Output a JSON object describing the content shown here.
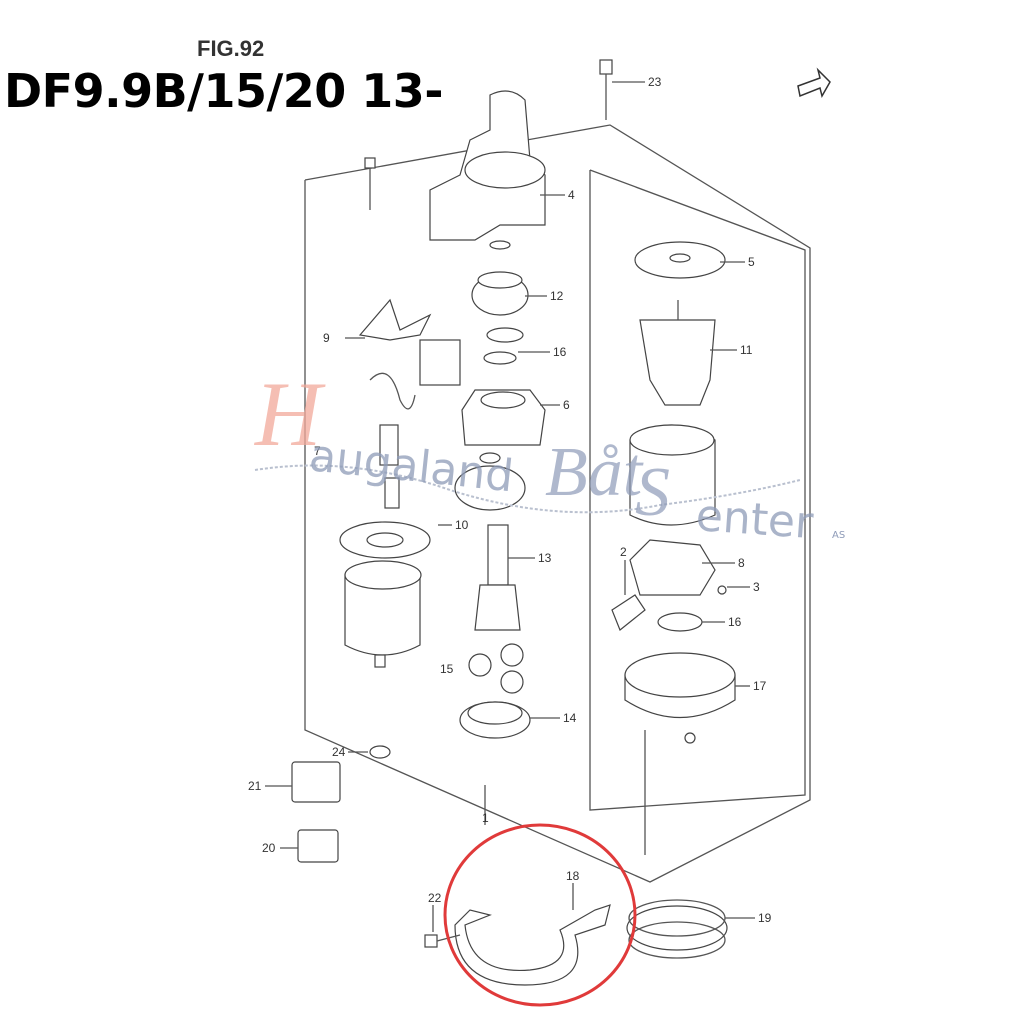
{
  "header": {
    "figure": "FIG.92",
    "model": "DF9.9B/15/20 13-"
  },
  "watermark": {
    "h": "H",
    "augaland": "augaland",
    "baat": "Båt",
    "s": "S",
    "enter": "enter",
    "as": "AS"
  },
  "callouts": [
    "23",
    "4",
    "5",
    "12",
    "9",
    "16",
    "11",
    "6",
    "7",
    "10",
    "13",
    "2",
    "8",
    "3",
    "16",
    "15",
    "17",
    "14",
    "24",
    "21",
    "20",
    "1",
    "18",
    "22",
    "19"
  ],
  "highlight_color": "#e03a3a"
}
